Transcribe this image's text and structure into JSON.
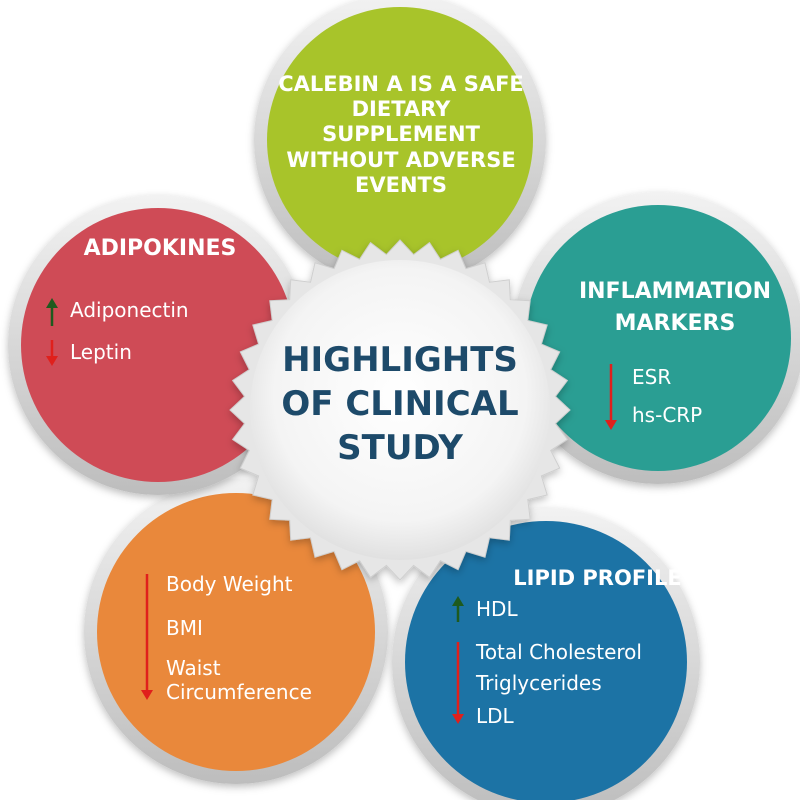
{
  "center": {
    "title": "HIGHLIGHTS\nOF CLINICAL\nSTUDY"
  },
  "petals": {
    "safety": {
      "title": "CALEBIN A IS A SAFE DIETARY SUPPLEMENT WITHOUT ADVERSE EVENTS",
      "color": "#a8c42c"
    },
    "adipokines": {
      "title": "ADIPOKINES",
      "color": "#cf4b57",
      "items": [
        {
          "label": "Adiponectin",
          "direction": "up"
        },
        {
          "label": "Leptin",
          "direction": "down"
        }
      ]
    },
    "inflammation": {
      "title": "INFLAMMATION MARKERS",
      "color": "#2a9e93",
      "items": [
        {
          "label": "ESR",
          "direction": "down"
        },
        {
          "label": "hs-CRP",
          "direction": "down"
        }
      ]
    },
    "body": {
      "title": "",
      "color": "#e9883a",
      "items": [
        {
          "label": "Body Weight",
          "direction": "down"
        },
        {
          "label": "BMI",
          "direction": "down"
        },
        {
          "label": "Waist Circumference",
          "direction": "down"
        }
      ]
    },
    "lipid": {
      "title": "LIPID PROFILE",
      "color": "#1e73a5",
      "items": [
        {
          "label": "HDL",
          "direction": "up"
        },
        {
          "label": "Total Cholesterol",
          "direction": "down"
        },
        {
          "label": "Triglycerides",
          "direction": "down"
        },
        {
          "label": "LDL",
          "direction": "down"
        }
      ]
    }
  },
  "arrow_colors": {
    "up": "#1e5a1e",
    "down": "#e0201c"
  }
}
